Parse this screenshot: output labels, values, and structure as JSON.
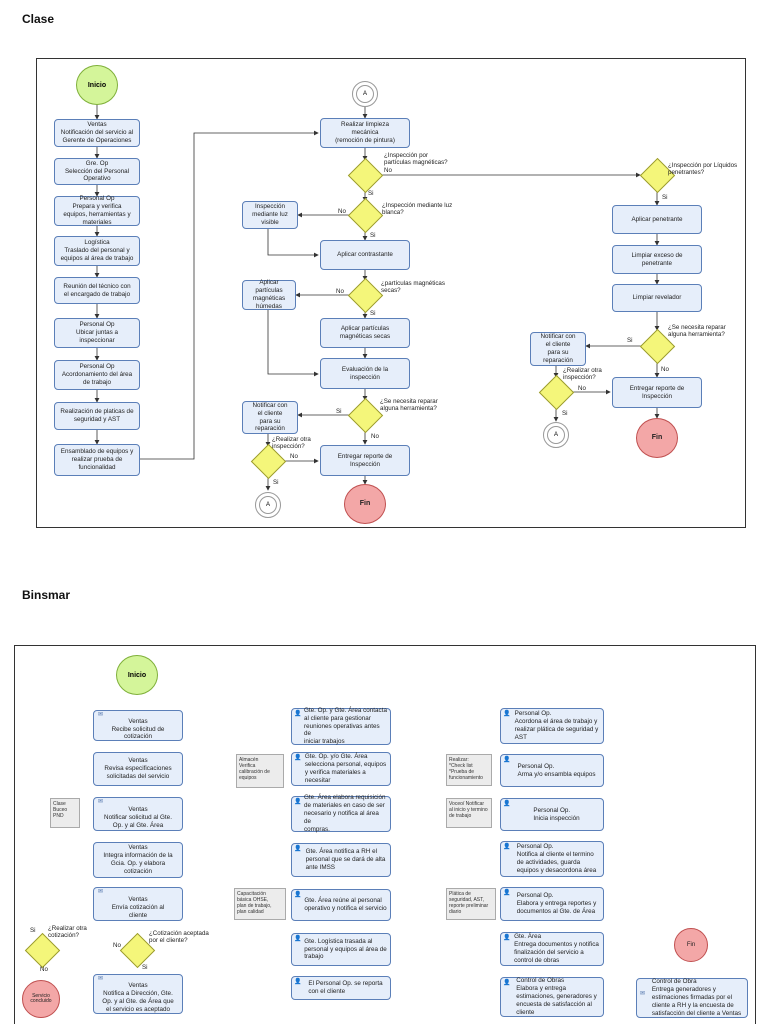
{
  "headings": {
    "clase": "Clase",
    "binsmar": "Binsmar"
  },
  "clase": {
    "start": "Inicio",
    "left": [
      "Ventas\nNotificación del servicio al\nGerente de Operaciones",
      "Gre. Op\nSelección del Personal\nOperativo",
      "Personal Op\nPrepara y verifica\nequipos, herramientas y\nmateriales",
      "Logística\nTraslado del personal y\nequipos al área de trabajo",
      "Reunión del técnico con\nel encargado de trabajo",
      "Personal Op\nUbicar juntas a\ninspeccionar",
      "Personal Op\nAcordonamiento del área\nde trabajo",
      "Realización de platicas de\nseguridad y AST",
      "Ensamblado de equipos y\nrealizar prueba de\nfuncionalidad"
    ],
    "connector": "A",
    "mid": {
      "limpieza": "Realizar limpieza\nmecánica\n(remoción de pintura)",
      "q_particulas": "¿Inspección por\npartículas magnéticas?",
      "q_luz": "¿Inspección mediante luz\nblanca?",
      "insp_luz": "Inspección\nmediante luz\nvisible",
      "contrastante": "Aplicar contrastante",
      "q_secas": "¿partículas magnéticas\nsecas?",
      "humedas": "Aplicar\npartículas\nmagnéticas\nhúmedas",
      "secas": "Aplicar partículas\nmagnéticas secas",
      "evaluacion": "Evaluación de la\ninspección",
      "q_reparar": "¿Se necesita reparar\nalguna herramienta?",
      "notificar": "Notificar con\nel cliente\npara su\nreparación",
      "q_otra": "¿Realizar otra\ninspección?",
      "reporte": "Entregar reporte de\nInspección"
    },
    "right": {
      "q_liquidos": "¿Inspección por Líquidos\npenetrantes?",
      "penetrante": "Aplicar penetrante",
      "limpiar": "Limpiar exceso de\npenetrante",
      "revelador": "Limpiar revelador",
      "q_reparar": "¿Se necesita reparar\nalguna herramienta?",
      "notificar": "Notificar con\nel cliente\npara su\nreparación",
      "q_otra": "¿Realizar otra\ninspección?",
      "reporte": "Entregar reporte de\nInspección"
    },
    "end": "Fin",
    "yes": "Si",
    "no": "No"
  },
  "binsmar": {
    "start": "Inicio",
    "col1": [
      "Ventas\nRecibe solicitud de\ncotización",
      "Ventas\nRevisa especificaciones\nsolicitadas del servicio",
      "Ventas\nNotificar solicitud al Gte.\nOp. y al Gte. Área",
      "Ventas\nIntegra información de la\nGcia. Op. y elabora\ncotización",
      "Ventas\nEnvía cotización al\ncliente",
      "Ventas\nNotifica a Dirección, Gte.\nOp. y al Gte. de Área que\nel servicio es aceptado"
    ],
    "note_clase": "Clase\nBuceo\nPND",
    "q_aceptada": "¿Cotización aceptada\npor el cliente?",
    "q_otra": "¿Realizar otra\ncotización?",
    "end_concluido": "Servicio\nconcluido",
    "col2": [
      "Gte. Op. y Gte. Área contacta\nal cliente para gestionar\nreuniones operativas antes de\niniciar trabajos",
      "Gte. Op. y/o Gte. Área\nselecciona personal, equipos\ny verifica materiales a\nnecesitar",
      "Gte. Área elabora requisición\nde materiales en caso de ser\nnecesario y notifica al área de\ncompras.",
      "Gte. Área notifica a RH el\npersonal que se dará de alta\nante IMSS",
      "Gte. Área reúne al personal\noperativo y notifica el servicio",
      "Gte. Logística trasada al\npersonal y equipos al área de\ntrabajo",
      "El Personal Op.  se reporta\ncon el cliente"
    ],
    "note_almacen": "Almacén\nVerifica\ncalibración de\nequipos",
    "note_capacitacion": "Capacitación\nbásica OHSE,\nplan de trabajo,\nplan calidad",
    "col3": [
      "Personal Op.\nAcordona el área de trabajo y\nrealizar plática de seguridad y\nAST",
      "Personal Op.\nArma y/o ensambla equipos",
      "Personal Op.\nInicia inspección",
      "Personal Op.\nNotifica al cliente el termino\nde actividades, guarda\nequipos y desacordona área",
      "Personal Op.\nElabora y entrega reportes y\ndocumentos al Gte. de Área",
      "Gte. Área\nEntrega documentos y notifica\nfinalización del servicio a\ncontrol de obras",
      "Control de Obras\nElabora y entrega\nestimaciones, generadores y\nencuesta de satisfacción al\ncliente"
    ],
    "note_checklist": "Realizar:\n*Check list\n*Prueba de\nfuncionamiento",
    "note_voceo": "Voceo/ Notificar\nal inicio y termino\nde trabajo",
    "note_platica": "Plática de\nseguridad, AST,\nreporte preliminar\ndiario",
    "col4": "Control de Obra\nEntrega generadores y\nestimaciones firmadas por el\ncliente a RH y la encuesta de\nsatisfacción del cliente a Ventas",
    "end": "Fin",
    "yes": "Si",
    "no": "No"
  }
}
